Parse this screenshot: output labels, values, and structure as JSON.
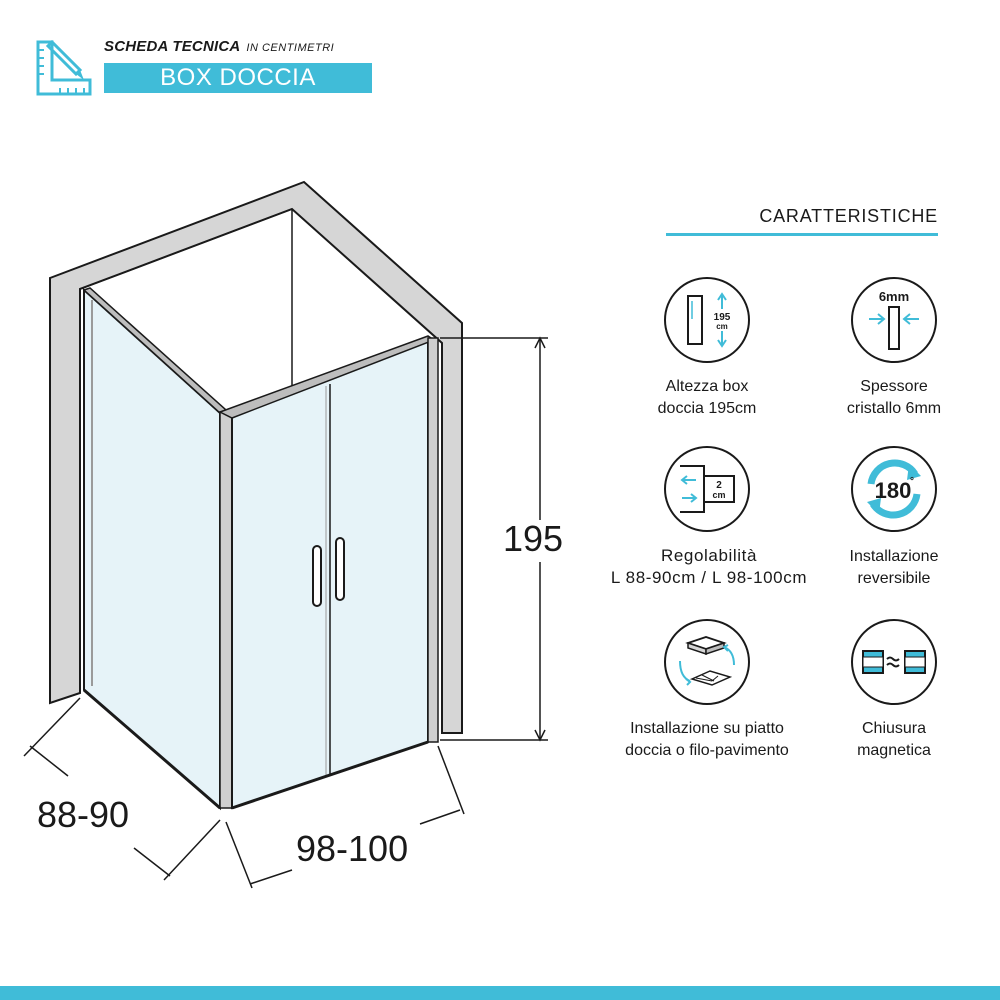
{
  "header": {
    "title": "SCHEDA TECNICA",
    "subtitle": "IN CENTIMETRI",
    "product": "BOX DOCCIA"
  },
  "dimensions": {
    "height": "195",
    "depth": "88-90",
    "width": "98-100"
  },
  "features": {
    "title": "CARATTERISTICHE",
    "items": [
      {
        "icon": "height-icon",
        "icon_text": "195",
        "icon_text_2": "cm",
        "line1": "Altezza box",
        "line2": "doccia 195cm"
      },
      {
        "icon": "glass-thickness-icon",
        "icon_text": "6mm",
        "line1": "Spessore",
        "line2": "cristallo 6mm"
      },
      {
        "icon": "adjustment-icon",
        "icon_text": "2",
        "icon_text_2": "cm",
        "line1": "Regolabilità",
        "line2": "L 88-90cm / L 98-100cm"
      },
      {
        "icon": "reversible-icon",
        "icon_text": "180",
        "icon_text_2": "°",
        "line1": "Installazione",
        "line2": "reversibile"
      },
      {
        "icon": "shower-tray-icon",
        "line1": "Installazione su piatto",
        "line2": "doccia o filo-pavimento"
      },
      {
        "icon": "magnet-icon",
        "line1": "Chiusura",
        "line2": "magnetica"
      }
    ]
  },
  "colors": {
    "accent": "#40bcd8",
    "glass": "#e6f3f8",
    "ink": "#1a1a1a"
  }
}
